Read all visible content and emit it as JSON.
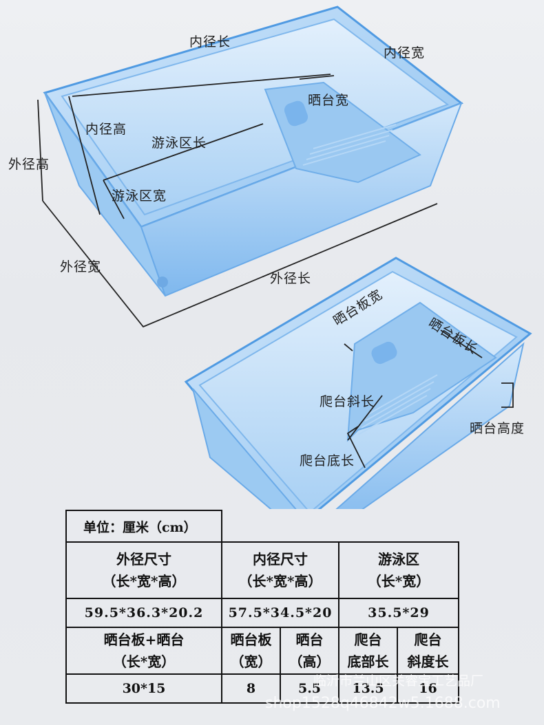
{
  "top_labels": {
    "inner_length": "内径长",
    "inner_width": "内径宽",
    "platform_width": "晒台宽",
    "inner_height": "内径高",
    "swim_length": "游泳区长",
    "outer_height": "外径高",
    "swim_width": "游泳区宽",
    "outer_width": "外径宽",
    "outer_length": "外径长"
  },
  "bottom_labels": {
    "platform_board_width": "晒台板宽",
    "platform_board_length": "晒台板长",
    "ramp_slope_length": "爬台斜长",
    "platform_height": "晒台高度",
    "ramp_bottom_length": "爬台底长"
  },
  "table": {
    "unit": "单位：厘米（cm）",
    "h_outer": [
      "外径尺寸",
      "（长*宽*高）"
    ],
    "h_inner": [
      "内径尺寸",
      "（长*宽*高）"
    ],
    "h_swim": [
      "游泳区",
      "（长*宽）"
    ],
    "v_outer": "59.5*36.3*20.2",
    "v_inner": "57.5*34.5*20",
    "v_swim": "35.5*29",
    "h_board": [
      "晒台板+晒台",
      "（长*宽）"
    ],
    "h_board_w": [
      "晒台板",
      "（宽）"
    ],
    "h_platform": [
      "晒台",
      "（高）"
    ],
    "h_ramp_bottom": [
      "爬台",
      "底部长"
    ],
    "h_ramp_slope": [
      "爬台",
      "斜度长"
    ],
    "v_board": "30*15",
    "v_board_w": "8",
    "v_platform": "5.5",
    "v_ramp_bottom": "13.5",
    "v_ramp_slope": "16"
  },
  "watermark": {
    "line1": "临沂市兰山区关睿宝工艺品厂",
    "line2": "shop1528q46842w5.1688.com"
  },
  "colors": {
    "tub_light": "#bfdcf6",
    "tub_mid": "#8fc3f0",
    "tub_edge": "#5aa2e6",
    "line": "#222222"
  }
}
